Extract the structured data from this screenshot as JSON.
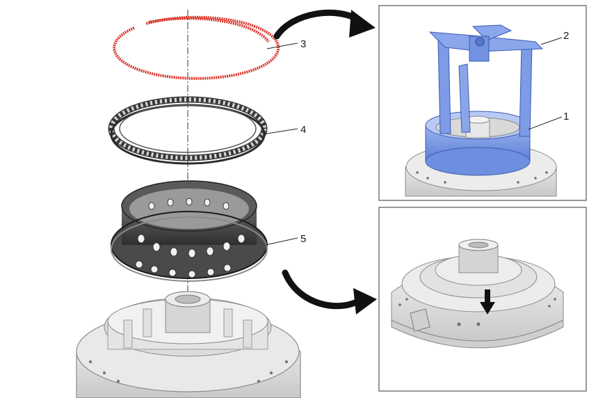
{
  "exploded_view": {
    "labels": {
      "ring_3": "3",
      "bearing_4": "4",
      "drum_5": "5"
    }
  },
  "detail_top": {
    "labels": {
      "tool_2": "2",
      "part_1": "1"
    }
  },
  "detail_bottom": {},
  "colors": {
    "snap_ring": "#d9342b",
    "tool_blue": "#6d8fe0",
    "metal_light": "#e6e6e6",
    "metal_dark": "#4a4a4a",
    "frame": "#555555"
  }
}
